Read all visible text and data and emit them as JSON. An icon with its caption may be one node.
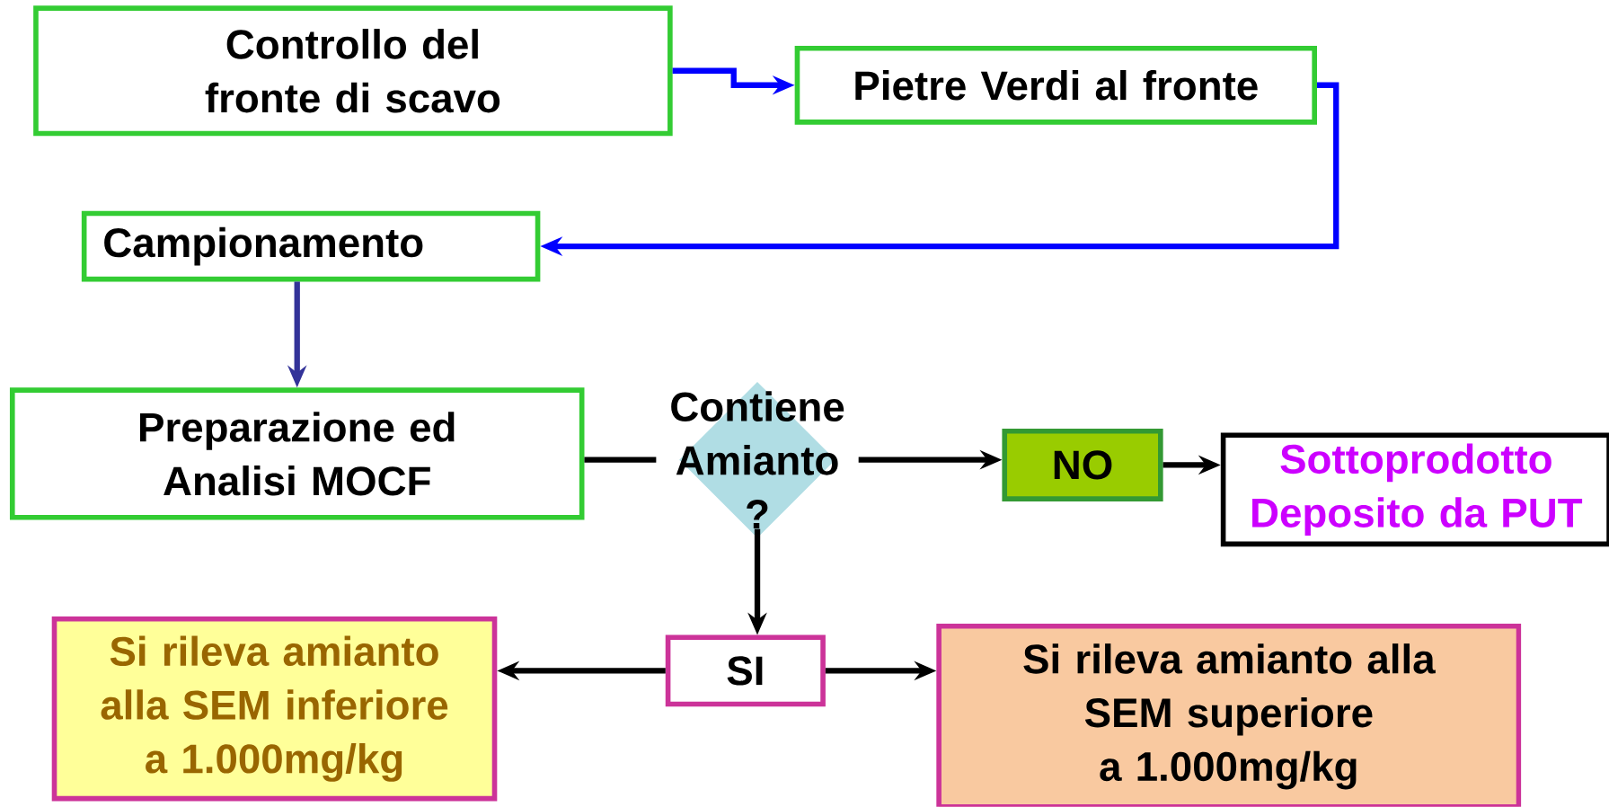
{
  "diagram": {
    "nodes": [
      {
        "text": [
          "Controllo del fronte di scavo"
        ]
      },
      {
        "text": [
          "Pietre Verdi al fronte"
        ]
      },
      {
        "text": [
          "Campionamento"
        ]
      },
      {
        "text": [
          "Preparazione ed Analisi MOCF"
        ]
      },
      {
        "text": [
          "Contiene Amianto ?"
        ]
      },
      {
        "text": [
          "NO"
        ]
      },
      {
        "text": [
          "Sottoprodotto Deposito da PUT"
        ]
      },
      {
        "text": [
          "SI"
        ]
      },
      {
        "text": [
          "Si rileva amianto alla SEM inferiore a 1.000mg/kg"
        ]
      },
      {
        "text": [
          "Si rileva amianto alla SEM superiore a 1.000mg/kg"
        ]
      }
    ],
    "edges": [
      {
        "from": 0,
        "to": 1,
        "arrow": "to",
        "color": "#0000ff"
      },
      {
        "from": 1,
        "to": 2,
        "arrow": "to",
        "color": "#0000ff"
      },
      {
        "from": 2,
        "to": 3,
        "arrow": "to",
        "color": "#333399"
      },
      {
        "from": 3,
        "to": 4,
        "arrow": "none"
      },
      {
        "from": 4,
        "to": 5,
        "arrow": "to"
      },
      {
        "from": 5,
        "to": 6,
        "arrow": "to"
      },
      {
        "from": 4,
        "to": 7,
        "arrow": "to"
      },
      {
        "from": 7,
        "to": 8,
        "arrow": "to"
      },
      {
        "from": 7,
        "to": 9,
        "arrow": "to"
      }
    ]
  }
}
